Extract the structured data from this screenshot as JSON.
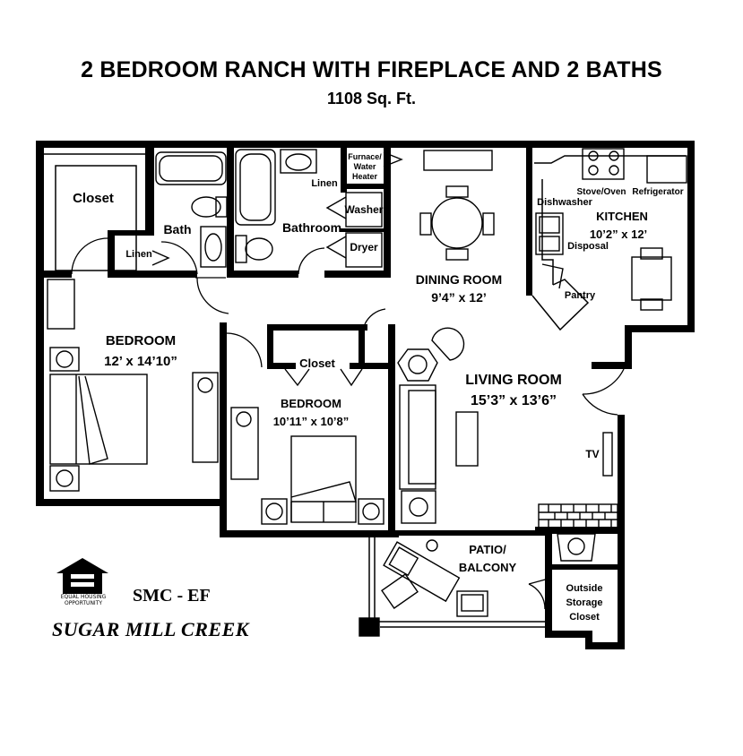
{
  "header": {
    "title": "2 BEDROOM RANCH WITH FIREPLACE AND 2 BATHS",
    "area": "1108 Sq. Ft."
  },
  "rooms": {
    "closet_left": "Closet",
    "bath": "Bath",
    "linen_bath": "Linen",
    "bathroom": "Bathroom",
    "linen_bathroom": "Linen",
    "furnace_line1": "Furnace/",
    "furnace_line2": "Water",
    "furnace_line3": "Heater",
    "washer": "Washer",
    "dryer": "Dryer",
    "dining_name": "DINING ROOM",
    "dining_size": "9’4” x 12’",
    "stove": "Stove/Oven",
    "refrigerator": "Refrigerator",
    "dishwasher": "Dishwasher",
    "disposal": "Disposal",
    "kitchen_name": "KITCHEN",
    "kitchen_size": "10’2” x 12’",
    "pantry": "Pantry",
    "master_name": "BEDROOM",
    "master_size": "12’ x 14’10”",
    "closet_mid": "Closet",
    "bedroom2_name": "BEDROOM",
    "bedroom2_size": "10’11” x 10’8”",
    "living_name": "LIVING ROOM",
    "living_size": "15’3” x 13’6”",
    "tv": "TV",
    "patio_line1": "PATIO/",
    "patio_line2": "BALCONY",
    "storage_line1": "Outside",
    "storage_line2": "Storage",
    "storage_line3": "Closet"
  },
  "footer": {
    "eho_line1": "EQUAL HOUSING",
    "eho_line2": "OPPORTUNITY",
    "code": "SMC - EF",
    "brand": "SUGAR MILL CREEK"
  }
}
